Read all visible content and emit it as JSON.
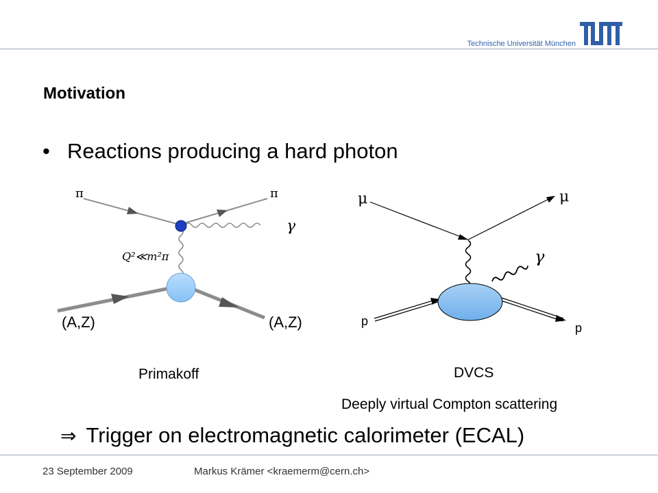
{
  "header": {
    "university": "Technische Universität München",
    "logo_text": "TUM",
    "accent_color": "#2f5fa8"
  },
  "slide": {
    "section_title": "Motivation",
    "bullet": "Reactions producing a hard photon",
    "conclusion_arrow": "⇒",
    "conclusion": "Trigger on electromagnetic calorimeter (ECAL)"
  },
  "figure_primakoff": {
    "label_pi_in": "π",
    "label_pi_out": "π",
    "label_gamma": "γ",
    "label_q2": "Q²≪m²π",
    "label_nucleus_in": "(A,Z)",
    "label_nucleus_out": "(A,Z)",
    "caption": "Primakoff"
  },
  "figure_dvcs": {
    "label_mu_in": "μ",
    "label_mu_out": "μ",
    "label_gamma": "γ",
    "label_p_in": "p",
    "label_p_out": "p",
    "caption": "DVCS",
    "caption_full": "Deeply virtual Compton scattering"
  },
  "footer": {
    "date": "23 September 2009",
    "author": "Markus Krämer <kraemerm@cern.ch>"
  }
}
